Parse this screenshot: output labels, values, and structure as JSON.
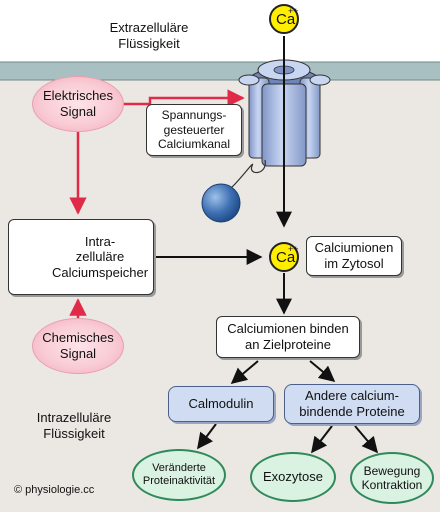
{
  "regions": {
    "extracellular": "Extrazelluläre Flüssigkeit",
    "intracellular": "Intrazelluläre Flüssigkeit"
  },
  "ion": {
    "symbol": "Ca",
    "charge": "++"
  },
  "labels": {
    "electric_signal": "Elektrisches Signal",
    "channel": "Spannungs-\ngesteuerter\nCalciumkanal",
    "store": "Intra-\nzelluläre\nCalciumspeicher",
    "cytosol": "Calciumionen\nim Zytosol",
    "chemical_signal": "Chemisches\nSignal",
    "binding": "Calciumionen binden\nan Zielproteine",
    "calmodulin": "Calmodulin",
    "other_proteins": "Andere calcium-\nbindende Proteine",
    "activity": "Veränderte\nProteinaktivität",
    "exocytosis": "Exozytose",
    "movement": "Bewegung\nKontraktion"
  },
  "copyright": "© physiologie.cc",
  "colors": {
    "cytoplasm": "#ebe7e2",
    "membrane": "#a8c0c2",
    "signal_arrow": "#e02a48",
    "ion": "#ffee00",
    "channel": "#aebfe2",
    "protein_box": "#cfdcf2",
    "effect_ellipse": "#d9f2e2"
  }
}
